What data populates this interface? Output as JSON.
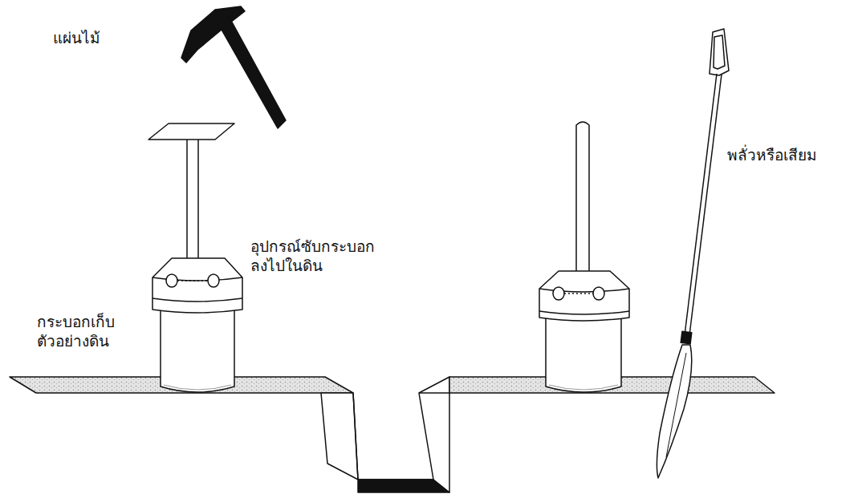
{
  "diagram": {
    "labels": [
      "แผ่นไม้",
      "อุปกรณ์ซับกระบอก ลงไปในดิน",
      "กระบอกเก็บ ตัวอย่างดิน",
      "พลั่วหรือเสียม"
    ]
  }
}
